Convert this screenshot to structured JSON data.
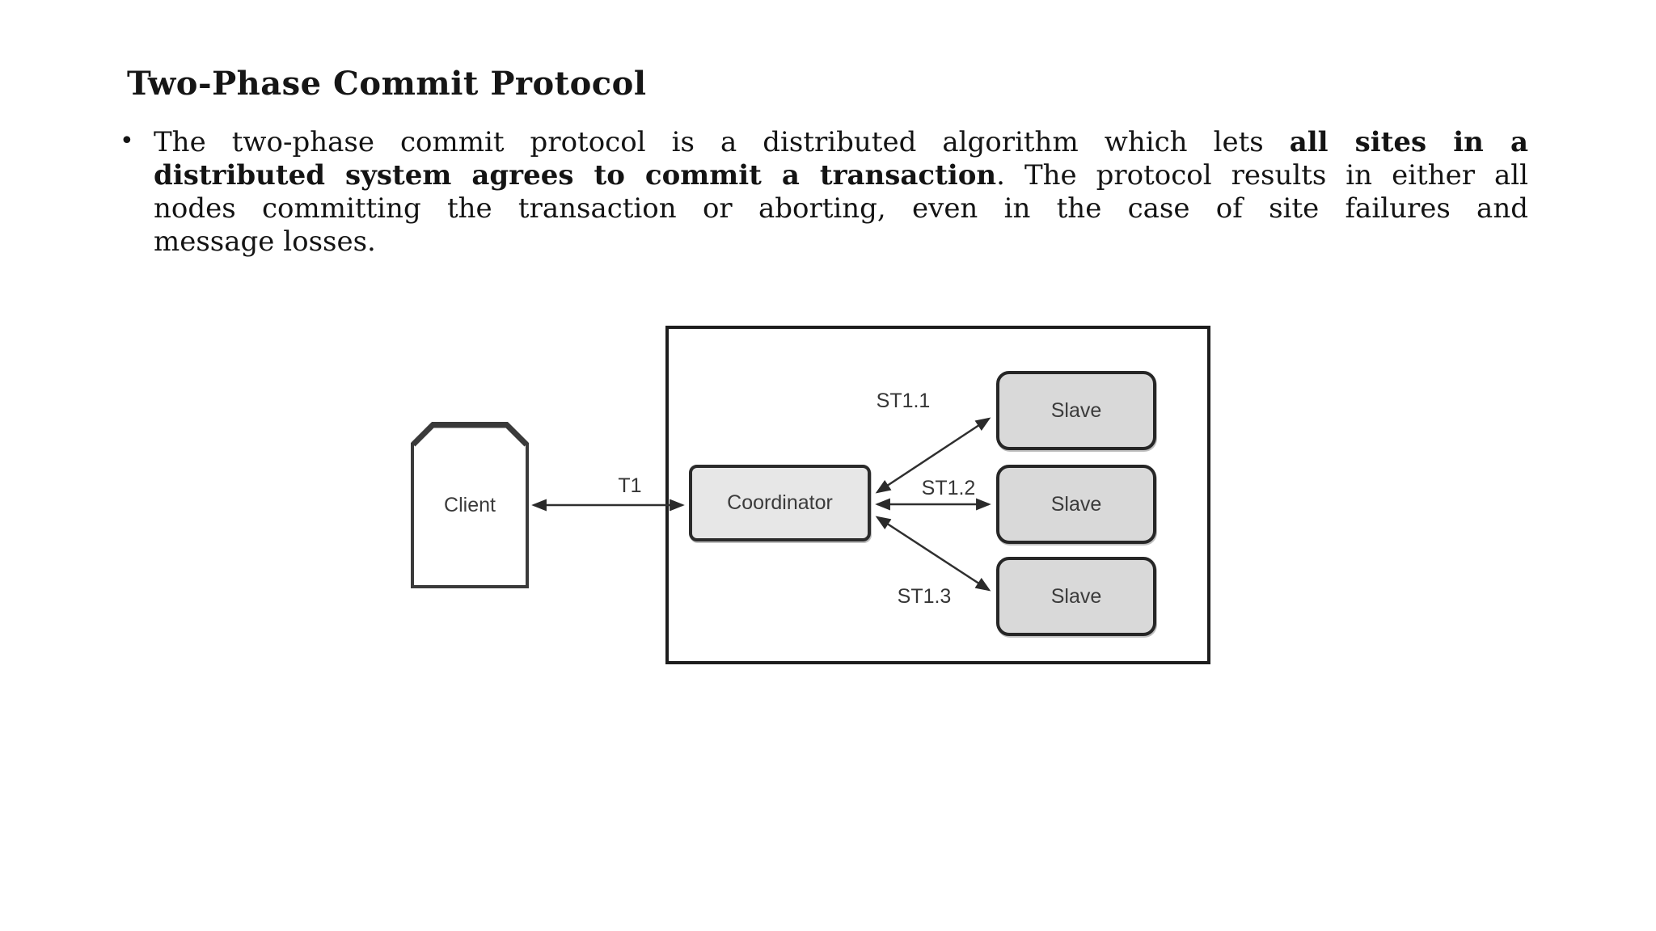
{
  "slide": {
    "title": "Two-Phase Commit Protocol",
    "bullet_char": "•",
    "paragraph": {
      "full_text": "The two-phase commit protocol is a distributed algorithm which lets all sites in a distributed system agrees to commit a transaction. The protocol results in either all nodes committing the transaction or aborting, even in the case of site failures and message losses.",
      "lines": [
        {
          "pre": "The two-phase commit protocol is a distributed algorithm which lets ",
          "bold": "all sites in a",
          "post": ""
        },
        {
          "pre": "",
          "bold": "distributed system agrees to commit a transaction",
          "post": ". The protocol results in either all"
        },
        {
          "pre": "nodes committing the transaction or aborting, even in the case of site failures and",
          "bold": "",
          "post": ""
        },
        {
          "pre": "message losses.",
          "bold": "",
          "post": ""
        }
      ]
    }
  },
  "diagram": {
    "nodes": {
      "client": "Client",
      "coordinator": "Coordinator",
      "slave1": "Slave",
      "slave2": "Slave",
      "slave3": "Slave"
    },
    "edges": {
      "t1": "T1",
      "st11": "ST1.1",
      "st12": "ST1.2",
      "st13": "ST1.3"
    },
    "colors": {
      "coordinator_fill": "#e7e7e7",
      "slave_fill": "#d9d9d9",
      "client_fill": "#ffffff",
      "box_border": "#2b2b2b",
      "outer_border": "#1d1d1d",
      "arrow": "#2f2f2f",
      "text": "#3b3b3b"
    }
  }
}
